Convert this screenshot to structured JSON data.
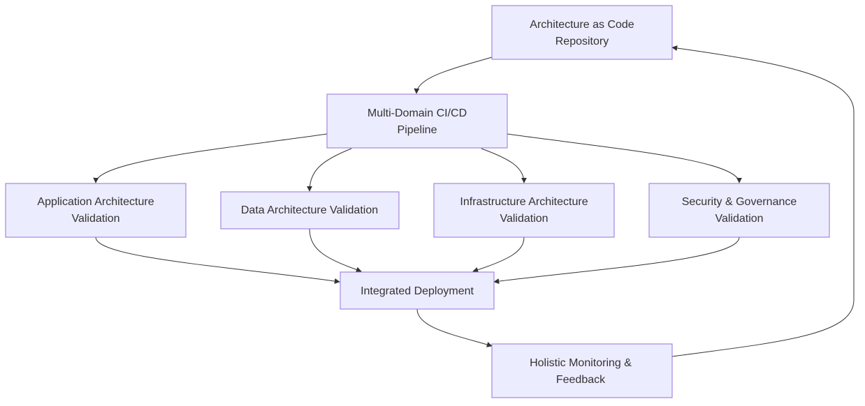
{
  "diagram": {
    "nodes": {
      "repo": {
        "lines": [
          "Architecture as Code",
          "Repository"
        ]
      },
      "pipeline": {
        "lines": [
          "Multi-Domain CI/CD",
          "Pipeline"
        ]
      },
      "app": {
        "lines": [
          "Application Architecture",
          "Validation"
        ]
      },
      "data": {
        "lines": [
          "Data Architecture Validation"
        ]
      },
      "infra": {
        "lines": [
          "Infrastructure Architecture",
          "Validation"
        ]
      },
      "security": {
        "lines": [
          "Security & Governance",
          "Validation"
        ]
      },
      "deploy": {
        "lines": [
          "Integrated Deployment"
        ]
      },
      "monitor": {
        "lines": [
          "Holistic Monitoring &",
          "Feedback"
        ]
      }
    },
    "edges": [
      {
        "from": "repo",
        "to": "pipeline"
      },
      {
        "from": "pipeline",
        "to": "app"
      },
      {
        "from": "pipeline",
        "to": "data"
      },
      {
        "from": "pipeline",
        "to": "infra"
      },
      {
        "from": "pipeline",
        "to": "security"
      },
      {
        "from": "app",
        "to": "deploy"
      },
      {
        "from": "data",
        "to": "deploy"
      },
      {
        "from": "infra",
        "to": "deploy"
      },
      {
        "from": "security",
        "to": "deploy"
      },
      {
        "from": "deploy",
        "to": "monitor"
      },
      {
        "from": "monitor",
        "to": "repo"
      }
    ],
    "colors": {
      "node_fill": "#ececff",
      "node_stroke": "#9370db",
      "edge": "#333333",
      "text": "#333333"
    }
  }
}
